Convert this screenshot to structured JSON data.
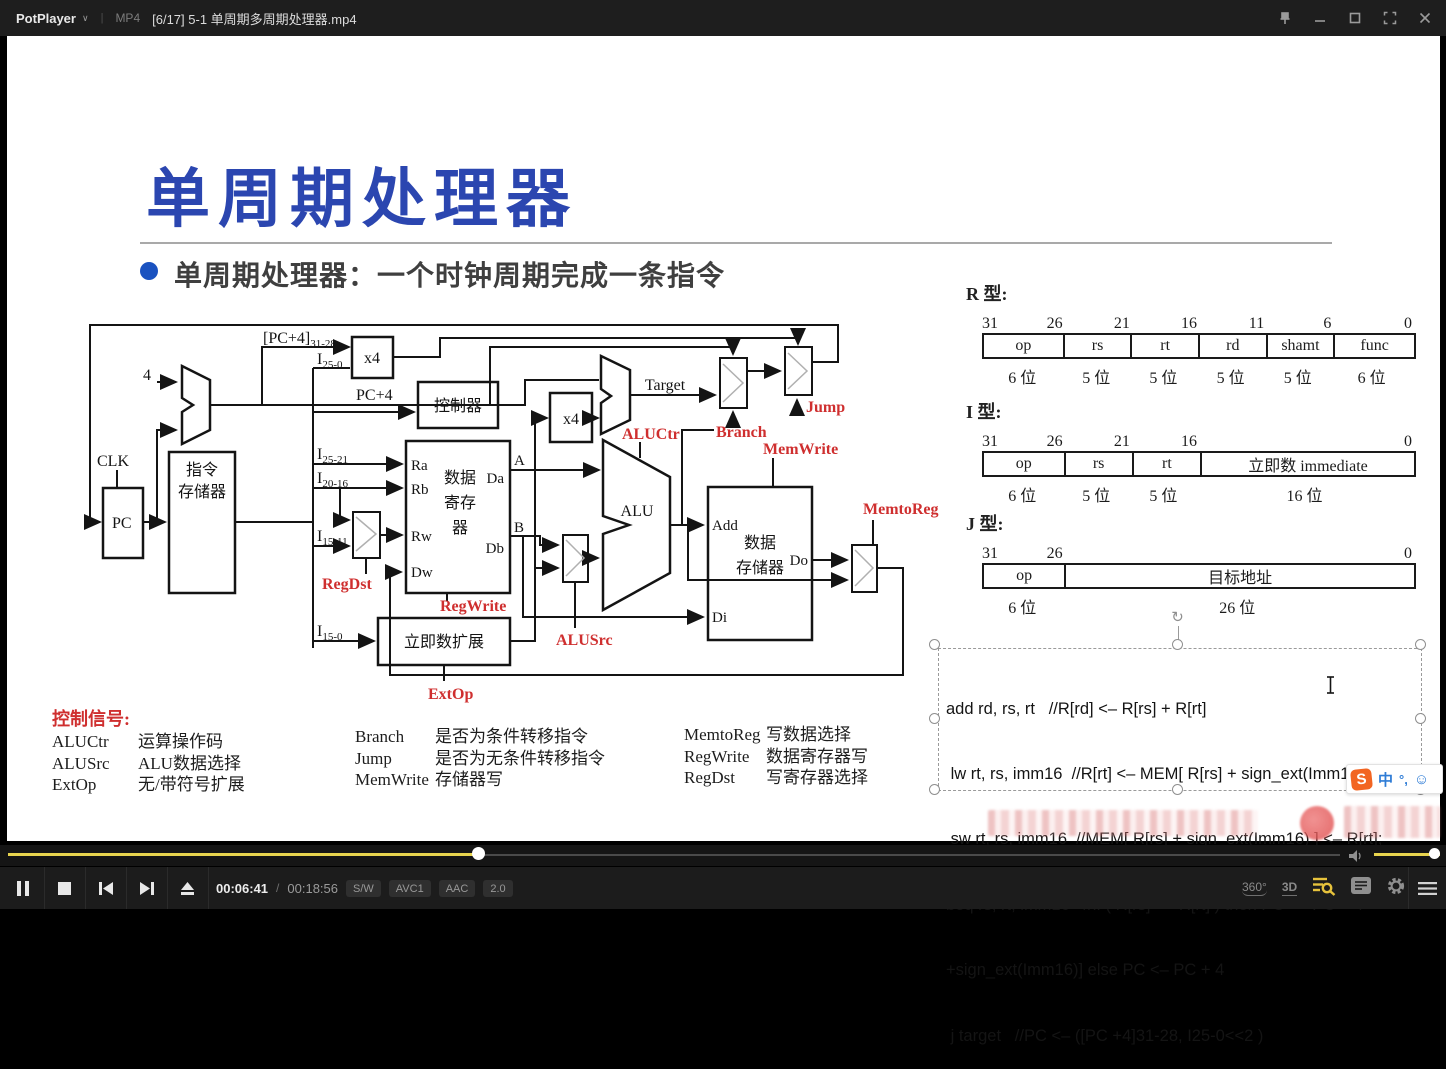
{
  "colors": {
    "accent_yellow": "#e8d44e",
    "title_blue": "#2b46b0",
    "signal_red": "#cf2f2f"
  },
  "titlebar": {
    "app": "PotPlayer",
    "chevron": "∨",
    "sep": "|",
    "container": "MP4",
    "title": "[6/17] 5-1 单周期多周期处理器.mp4"
  },
  "slide": {
    "title": "单周期处理器",
    "bullet": "单周期处理器：一个时钟周期完成一条指令"
  },
  "diagram": {
    "clk": "CLK",
    "pc": "PC",
    "four": "4",
    "x4a": "x4",
    "x4b": "x4",
    "pcplus4": "PC+4",
    "target": "Target",
    "imem1": "指令",
    "imem2": "存储器",
    "ctrl": "控制器",
    "rf1": "数据",
    "rf2": "寄存",
    "rf3": "器",
    "dm1": "数据",
    "dm2": "存储器",
    "immext": "立即数扩展",
    "alu": "ALU",
    "ra": "Ra",
    "rb": "Rb",
    "rw": "Rw",
    "dw": "Dw",
    "da": "Da",
    "db": "Db",
    "a": "A",
    "b": "B",
    "add": "Add",
    "di": "Di",
    "doo": "Do",
    "pc4hi": {
      "m": "[PC+4]",
      "s": "31-28"
    },
    "i25_0": {
      "m": "I",
      "s": "25-0"
    },
    "i25_21": {
      "m": "I",
      "s": "25-21"
    },
    "i20_16": {
      "m": "I",
      "s": "20-16"
    },
    "i15_11": {
      "m": "I",
      "s": "15-11"
    },
    "i15_0": {
      "m": "I",
      "s": "15-0"
    },
    "regdst": "RegDst",
    "regwrite": "RegWrite",
    "alucr": "ALUCtr",
    "alusrc": "ALUSrc",
    "extop": "ExtOp",
    "memwrite": "MemWrite",
    "memtoreg": "MemtoReg",
    "branch": "Branch",
    "jump": "Jump"
  },
  "formats": {
    "r": {
      "name": "R 型:",
      "zero": "0",
      "bits": [
        "31",
        "26",
        "21",
        "16",
        "11",
        "6"
      ],
      "fields": [
        {
          "label": "op",
          "w": "6 位"
        },
        {
          "label": "rs",
          "w": "5 位"
        },
        {
          "label": "rt",
          "w": "5 位"
        },
        {
          "label": "rd",
          "w": "5 位"
        },
        {
          "label": "shamt",
          "w": "5 位"
        },
        {
          "label": "func",
          "w": "6 位"
        }
      ]
    },
    "i": {
      "name": "I 型:",
      "zero": "0",
      "bits": [
        "31",
        "26",
        "21",
        "16"
      ],
      "fields": [
        {
          "label": "op",
          "w": "6 位"
        },
        {
          "label": "rs",
          "w": "5 位"
        },
        {
          "label": "rt",
          "w": "5 位"
        },
        {
          "label": "立即数  immediate",
          "w": "16 位"
        }
      ]
    },
    "j": {
      "name": "J 型:",
      "zero": "0",
      "bits": [
        "31",
        "26"
      ],
      "fields": [
        {
          "label": "op",
          "w": "6 位"
        },
        {
          "label": "目标地址",
          "w": "26 位"
        }
      ]
    }
  },
  "signals": {
    "header": "控制信号:",
    "col1": [
      {
        "n": "ALUCtr",
        "d": "运算操作码"
      },
      {
        "n": "ALUSrc",
        "d": "ALU数据选择"
      },
      {
        "n": "ExtOp",
        "d": "无/带符号扩展"
      }
    ],
    "col2": [
      {
        "n": "Branch",
        "d": "是否为条件转移指令"
      },
      {
        "n": "Jump",
        "d": "是否为无条件转移指令"
      },
      {
        "n": "MemWrite",
        "d": "存储器写"
      }
    ],
    "col3": [
      {
        "n": "MemtoReg",
        "d": "写数据选择"
      },
      {
        "n": "RegWrite",
        "d": "数据寄存器写"
      },
      {
        "n": "RegDst",
        "d": "写寄存器选择"
      }
    ]
  },
  "code": {
    "rotate_glyph": "↻",
    "lines": [
      "add rd, rs, rt   //R[rd] <– R[rs] + R[rt]",
      " lw rt, rs, imm16  //R[rt] <– MEM[ R[rs] + sign_ext(Imm16)];",
      " sw rt, rs, imm16  //MEM[ R[rs] + sign_ext(Imm16) ] <– R[rt];",
      "beq rs, rt, imm16   //if ( R[rs] == R[rt] ) then PC <– PC + 4",
      "+sign_ext(Imm16)] else PC <– PC + 4",
      " j target   //PC <– ([PC +4]31-28, I25-0<<2 )"
    ]
  },
  "ime": {
    "logo": "S",
    "zh": "中",
    "punct": "°,",
    "smiley": "☺"
  },
  "player": {
    "time_current": "00:06:41",
    "time_divider": "/",
    "time_total": "00:18:56",
    "badges": [
      "S/W",
      "AVC1",
      "AAC",
      "2.0"
    ],
    "label_360": "360°",
    "label_3d": "3D"
  }
}
